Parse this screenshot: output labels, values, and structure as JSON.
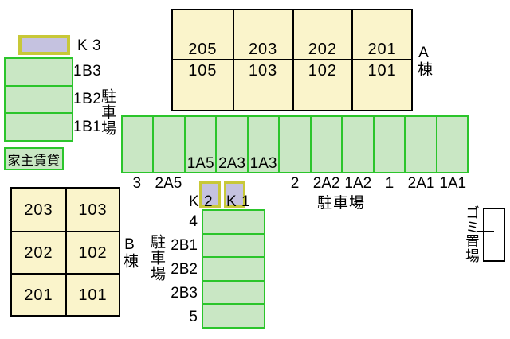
{
  "palette": {
    "background": "#FFFFFF",
    "building_fill": "#FAF4CB",
    "building_border": "#000000",
    "parking_fill": "#C9E7C4",
    "parking_border": "#2BC52B",
    "keep_stall_fill": "#C5C2E0",
    "keep_stall_border": "#C8C838",
    "text": "#000000"
  },
  "keep_stalls": {
    "k3": {
      "label": "K 3"
    },
    "k2": {
      "label": "K 2"
    },
    "k1": {
      "label": "K 1"
    }
  },
  "left_parking": {
    "area_label": "駐車場",
    "spaces": [
      {
        "label": "1B3"
      },
      {
        "label": "1B2"
      },
      {
        "label": "1B1"
      }
    ]
  },
  "landlord_box": {
    "label": "家主賃貸"
  },
  "building_a": {
    "name": "A棟",
    "units": [
      {
        "upper": "205",
        "lower": "105"
      },
      {
        "upper": "203",
        "lower": "103"
      },
      {
        "upper": "202",
        "lower": "102"
      },
      {
        "upper": "201",
        "lower": "101"
      }
    ]
  },
  "parking_a": {
    "area_label": "駐車場",
    "spaces": [
      {
        "label": "3",
        "label_position": "below"
      },
      {
        "label": "2A5",
        "label_position": "below"
      },
      {
        "label": "1A5",
        "label_position": "inside"
      },
      {
        "label": "2A3",
        "label_position": "inside"
      },
      {
        "label": "1A3",
        "label_position": "inside"
      },
      {
        "label": "2",
        "label_position": "below"
      },
      {
        "label": "2A2",
        "label_position": "below"
      },
      {
        "label": "1A2",
        "label_position": "below"
      },
      {
        "label": "1",
        "label_position": "below"
      },
      {
        "label": "2A1",
        "label_position": "below"
      },
      {
        "label": "1A1",
        "label_position": "below"
      }
    ]
  },
  "building_b": {
    "name": "B棟",
    "rows": [
      {
        "left": "203",
        "right": "103"
      },
      {
        "left": "202",
        "right": "102"
      },
      {
        "left": "201",
        "right": "101"
      }
    ]
  },
  "parking_b": {
    "area_label": "駐車場",
    "spaces": [
      {
        "label": "4"
      },
      {
        "label": "2B1"
      },
      {
        "label": "2B2"
      },
      {
        "label": "2B3"
      },
      {
        "label": "5"
      }
    ]
  },
  "garbage_area": {
    "label": "ゴミ置場"
  }
}
